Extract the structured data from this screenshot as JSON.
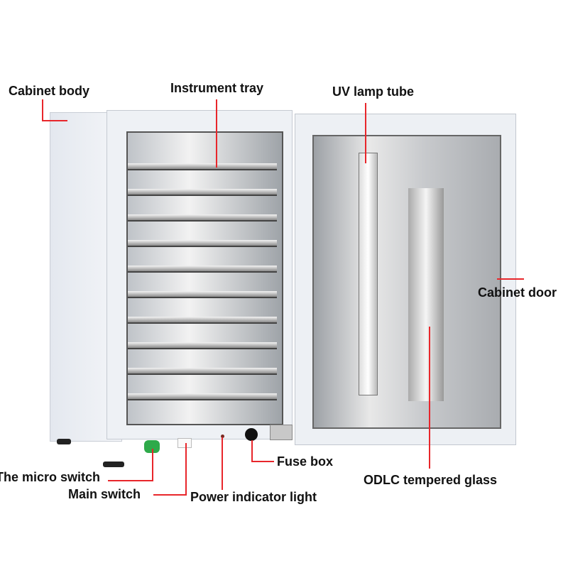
{
  "labels": {
    "cabinet_body": "Cabinet body",
    "instrument_tray": "Instrument tray",
    "uv_lamp_tube": "UV lamp tube",
    "cabinet_door": "Cabinet door",
    "odlc_glass": "ODLC tempered glass",
    "fuse_box": "Fuse box",
    "micro_switch": "The micro switch",
    "main_switch": "Main switch",
    "power_light": "Power indicator light"
  },
  "colors": {
    "leader": "#e8262b",
    "micro_switch": "#2eaa4a"
  },
  "tray_count": 10
}
